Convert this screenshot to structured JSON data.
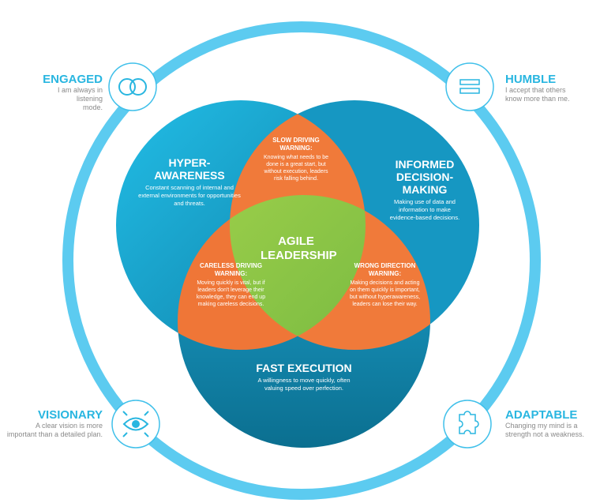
{
  "center": {
    "title": "AGILE LEADERSHIP"
  },
  "circles": {
    "hyper": {
      "title": "HYPER-AWARENESS",
      "desc": "Constant scanning of internal and external environments for opportunities and threats."
    },
    "informed": {
      "title": "INFORMED DECISION-MAKING",
      "desc": "Making use of data and information to make evidence-based decisions."
    },
    "fast": {
      "title": "FAST EXECUTION",
      "desc": "A willingness to move quickly, often valuing speed over perfection."
    }
  },
  "warnings": {
    "slow": {
      "title": "SLOW DRIVING WARNING:",
      "desc": "Knowing what needs to be done is a great start, but without execution, leaders risk falling behind."
    },
    "careless": {
      "title": "CARELESS DRIVING WARNING:",
      "desc": "Moving quickly is vital, but if leaders don't leverage their knowledge, they can end up making careless decisions."
    },
    "wrong": {
      "title": "WRONG DIRECTION WARNING:",
      "desc": "Making decisions and acting on them quickly is important, but without hyperawareness, leaders can lose their way."
    }
  },
  "traits": {
    "engaged": {
      "title": "ENGAGED",
      "desc": "I am always in listening mode.",
      "icon": "rings-icon"
    },
    "humble": {
      "title": "HUMBLE",
      "desc": "I accept that others know more than me.",
      "icon": "equals-icon"
    },
    "visionary": {
      "title": "VISIONARY",
      "desc": "A clear vision is more important than a detailed plan.",
      "icon": "eye-icon"
    },
    "adaptable": {
      "title": "ADAPTABLE",
      "desc": "Changing my mind is a strength not a weakness.",
      "icon": "puzzle-icon"
    }
  },
  "colors": {
    "ring": "#5ccbf0",
    "blue": "#1aa6d2",
    "orange": "#f07a3a",
    "green": "#8cc63f"
  }
}
